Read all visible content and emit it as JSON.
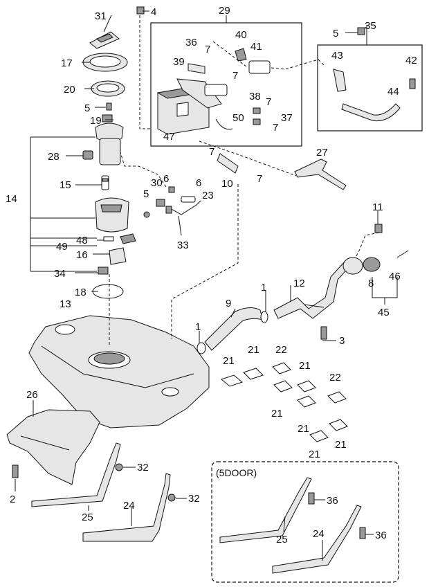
{
  "callouts": {
    "c1": "1",
    "c2": "2",
    "c3": "3",
    "c4": "4",
    "c5": "5",
    "c6": "6",
    "c7": "7",
    "c8": "8",
    "c9": "9",
    "c10": "10",
    "c11": "11",
    "c12": "12",
    "c13": "13",
    "c14": "14",
    "c15": "15",
    "c16": "16",
    "c17": "17",
    "c18": "18",
    "c19": "19",
    "c20": "20",
    "c21": "21",
    "c22": "22",
    "c23": "23",
    "c24": "24",
    "c25": "25",
    "c26": "26",
    "c27": "27",
    "c28": "28",
    "c29": "29",
    "c30": "30",
    "c31": "31",
    "c32": "32",
    "c33": "33",
    "c34": "34",
    "c35": "35",
    "c36": "36",
    "c37": "37",
    "c38": "38",
    "c39": "39",
    "c40": "40",
    "c41": "41",
    "c42": "42",
    "c43": "43",
    "c44": "44",
    "c45": "45",
    "c46": "46",
    "c47": "47",
    "c48": "48",
    "c49": "49",
    "c50": "50"
  },
  "variant_box": {
    "label": "(5DOOR)"
  }
}
